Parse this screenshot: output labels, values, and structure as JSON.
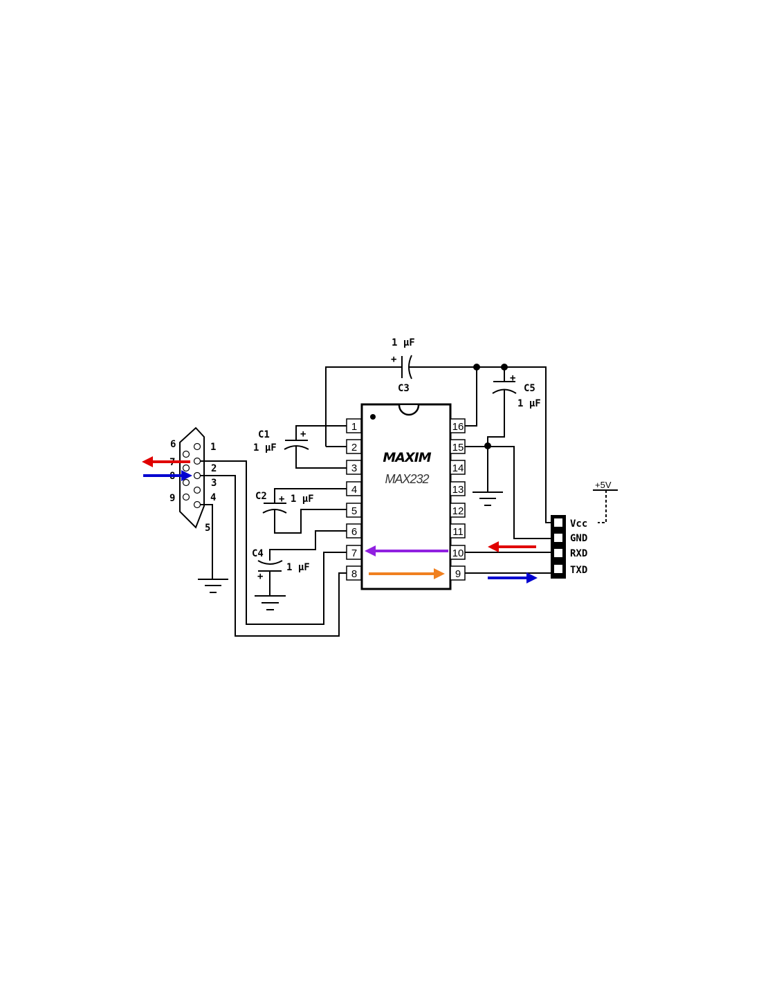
{
  "chip": {
    "brand": "MAXIM",
    "part": "MAX232",
    "left_pins": [
      "1",
      "2",
      "3",
      "4",
      "5",
      "6",
      "7",
      "8"
    ],
    "right_pins": [
      "16",
      "15",
      "14",
      "13",
      "12",
      "11",
      "10",
      "9"
    ]
  },
  "capacitors": {
    "c1": {
      "name": "C1",
      "value": "1 µF",
      "polarity": "+"
    },
    "c2": {
      "name": "C2",
      "value": "+ 1 µF"
    },
    "c3": {
      "name": "C3",
      "value": "1 µF",
      "polarity": "+"
    },
    "c4": {
      "name": "C4",
      "value": "1 µF",
      "polarity": "+"
    },
    "c5": {
      "name": "C5",
      "value": "1 µF",
      "polarity": "+"
    }
  },
  "db9": {
    "pins": [
      "1",
      "2",
      "3",
      "4",
      "5",
      "6",
      "7",
      "8",
      "9"
    ]
  },
  "header": {
    "labels": [
      "Vcc",
      "GND",
      "RXD",
      "TXD"
    ]
  },
  "supply": {
    "label": "+5V"
  },
  "arrow_colors": {
    "rx": "#e00000",
    "tx": "#0000d0",
    "chip_rx": "#9020e0",
    "chip_tx": "#f08020"
  }
}
